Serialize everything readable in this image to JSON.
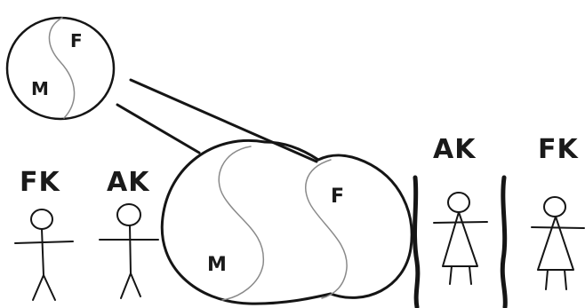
{
  "small_circle": {
    "top_label": "F",
    "bottom_label": "M"
  },
  "big_circle": {
    "left_label": "M",
    "right_label": "F"
  },
  "figures": [
    {
      "label": "FK",
      "type": "stick-figure"
    },
    {
      "label": "AK",
      "type": "stick-figure"
    },
    {
      "label": "AK",
      "type": "dress-figure"
    },
    {
      "label": "FK",
      "type": "dress-figure"
    }
  ]
}
